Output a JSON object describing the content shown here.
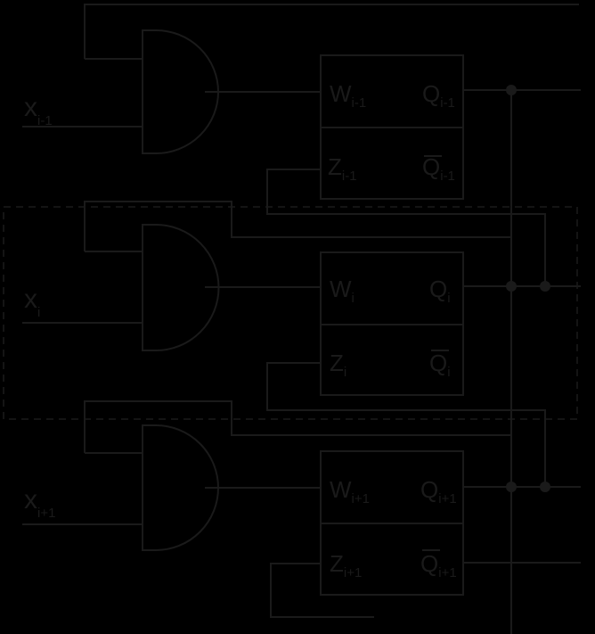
{
  "stages": [
    {
      "input": {
        "main": "x",
        "sub": "i-1"
      },
      "w": {
        "main": "W",
        "sub": "i-1"
      },
      "z": {
        "main": "Z",
        "sub": "i-1"
      },
      "q": {
        "main": "Q",
        "sub": "i-1"
      },
      "qbar": {
        "main": "Q",
        "sub": "i-1"
      }
    },
    {
      "input": {
        "main": "x",
        "sub": "i"
      },
      "w": {
        "main": "W",
        "sub": "i"
      },
      "z": {
        "main": "Z",
        "sub": "i"
      },
      "q": {
        "main": "Q",
        "sub": "i"
      },
      "qbar": {
        "main": "Q",
        "sub": "i"
      }
    },
    {
      "input": {
        "main": "x",
        "sub": "i+1"
      },
      "w": {
        "main": "W",
        "sub": "i+1"
      },
      "z": {
        "main": "Z",
        "sub": "i+1"
      },
      "q": {
        "main": "Q",
        "sub": "i+1"
      },
      "qbar": {
        "main": "Q",
        "sub": "i+1"
      }
    }
  ],
  "colors": {
    "background": "#000000",
    "ink": "#1a1a1a"
  }
}
